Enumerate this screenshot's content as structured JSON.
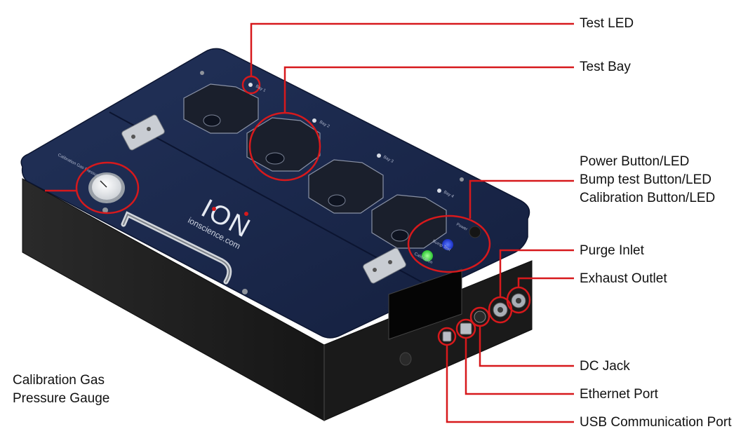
{
  "brand": {
    "logo_text": "ION",
    "website": "ionscience.com"
  },
  "panel_text": {
    "gauge_caption": "Calibration Gas Pressure",
    "power": "Power",
    "bump_test": "Bump Test",
    "calibration": "Calibration",
    "bay_labels": [
      "Bay 1",
      "Bay 2",
      "Bay 3",
      "Bay 4"
    ]
  },
  "callouts": {
    "test_led": "Test LED",
    "test_bay": "Test Bay",
    "buttons": [
      "Power Button/LED",
      "Bump test Button/LED",
      "Calibration Button/LED"
    ],
    "purge_inlet": "Purge Inlet",
    "exhaust_outlet": "Exhaust Outlet",
    "dc_jack": "DC Jack",
    "ethernet_port": "Ethernet Port",
    "usb_port": "USB Communication Port",
    "gauge": [
      "Calibration Gas",
      "Pressure Gauge"
    ]
  },
  "colors": {
    "callout_red": "#d7191c",
    "lid_navy": "#18264a",
    "body_black": "#1d1d1d",
    "led_blue": "#1f3bd6",
    "led_green": "#3fe04a",
    "led_power": "#151515"
  }
}
